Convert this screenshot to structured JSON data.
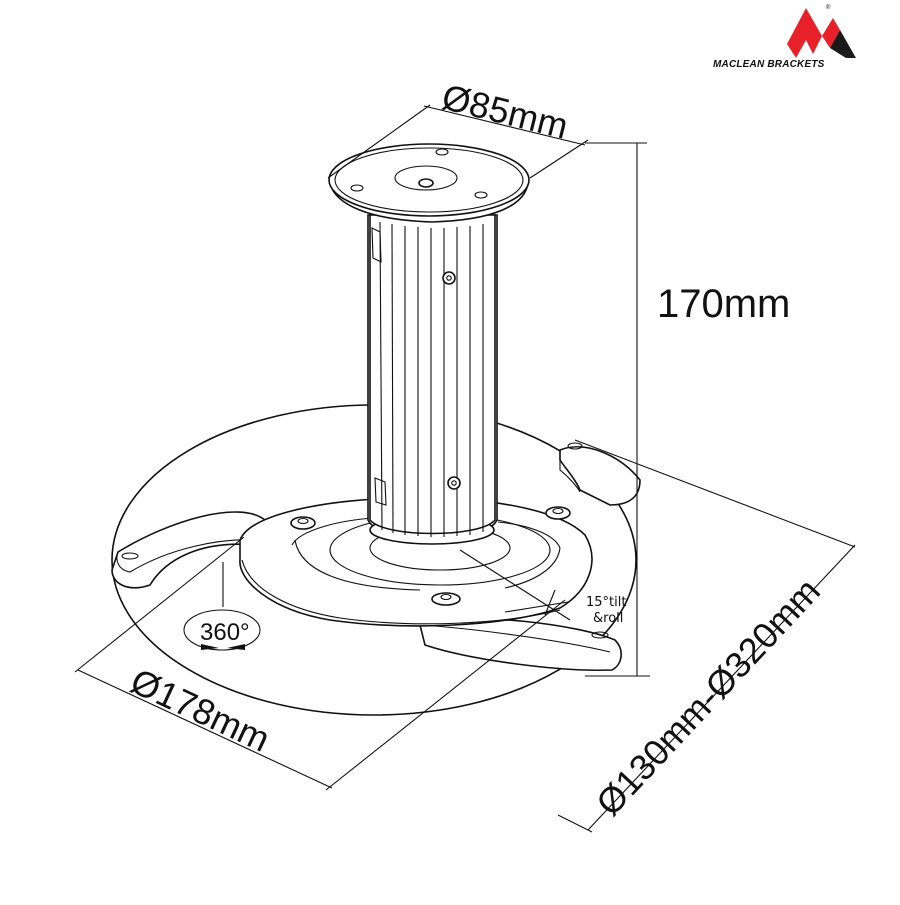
{
  "brand": {
    "name": "MACLEAN BRACKETS",
    "registered_mark": "®",
    "colors": {
      "red": "#e8202a",
      "black": "#1a1a1a"
    }
  },
  "diagram": {
    "subject": "projector ceiling mount",
    "line_color": "#111111",
    "background": "#ffffff"
  },
  "dimensions": {
    "top_plate_diameter": "Ø85mm",
    "height": "170mm",
    "base_plate_diameter": "Ø178mm",
    "arm_span": "Ø130mm-Ø320mm",
    "rotation": "360°",
    "tilt_line1": "15°tilt",
    "tilt_line2": "&roll"
  }
}
